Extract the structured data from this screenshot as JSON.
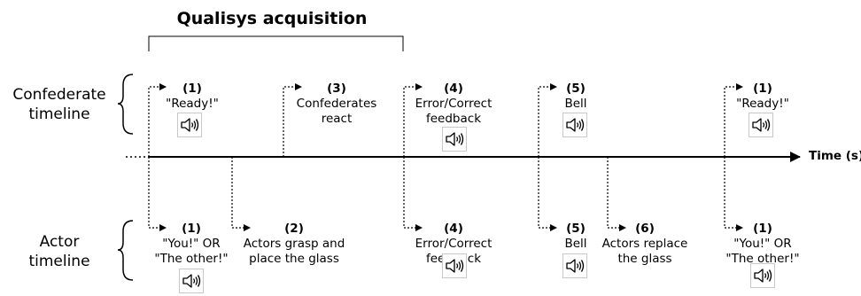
{
  "title": "Qualisys acquisition",
  "axis_label": "Time (s)",
  "rows": {
    "confederate": "Confederate\ntimeline",
    "actor": "Actor\ntimeline"
  },
  "events": {
    "conf_1": {
      "num": "(1)",
      "text": "\"Ready!\"",
      "sound": true
    },
    "conf_3": {
      "num": "(3)",
      "text": "Confederates\nreact",
      "sound": false
    },
    "conf_4": {
      "num": "(4)",
      "text": "Error/Correct\nfeedback",
      "sound": true
    },
    "conf_5": {
      "num": "(5)",
      "text": "Bell",
      "sound": true
    },
    "conf_1b": {
      "num": "(1)",
      "text": "\"Ready!\"",
      "sound": true
    },
    "act_1": {
      "num": "(1)",
      "text": "\"You!\" OR\n\"The other!\"",
      "sound": true
    },
    "act_2": {
      "num": "(2)",
      "text": "Actors grasp and\nplace the glass",
      "sound": false
    },
    "act_4": {
      "num": "(4)",
      "text": "Error/Correct\nfeedback",
      "sound": true
    },
    "act_5": {
      "num": "(5)",
      "text": "Bell",
      "sound": true
    },
    "act_6": {
      "num": "(6)",
      "text": "Actors replace\nthe glass",
      "sound": false
    },
    "act_1b": {
      "num": "(1)",
      "text": "\"You!\" OR\n\"The other!\"",
      "sound": true
    }
  },
  "icons": {
    "sound": "speaker-icon",
    "arrow": "arrow-right-icon",
    "brace": "left-brace-icon"
  }
}
